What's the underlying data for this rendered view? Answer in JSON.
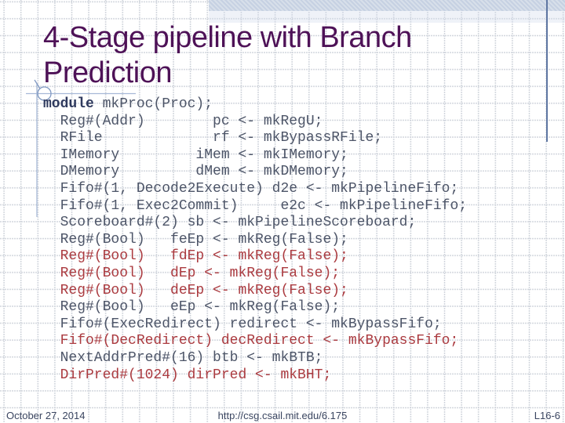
{
  "slide": {
    "title": {
      "line1": "4-Stage pipeline with Branch",
      "line2": "Prediction"
    },
    "code": {
      "lines": [
        {
          "keyword": "module",
          "text": " mkProc(Proc);",
          "red": false
        },
        {
          "text": "  Reg#(Addr)        pc <- mkRegU;",
          "red": false
        },
        {
          "text": "  RFile             rf <- mkBypassRFile;",
          "red": false
        },
        {
          "text": "  IMemory         iMem <- mkIMemory;",
          "red": false
        },
        {
          "text": "  DMemory         dMem <- mkDMemory;",
          "red": false
        },
        {
          "text": "  Fifo#(1, Decode2Execute) d2e <- mkPipelineFifo;",
          "red": false
        },
        {
          "text": "  Fifo#(1, Exec2Commit)     e2c <- mkPipelineFifo;",
          "red": false
        },
        {
          "text": "  Scoreboard#(2) sb <- mkPipelineScoreboard;",
          "red": false
        },
        {
          "text": "  Reg#(Bool)   feEp <- mkReg(False);",
          "red": false
        },
        {
          "text": "  Reg#(Bool)   fdEp <- mkReg(False);",
          "red": true
        },
        {
          "text": "  Reg#(Bool)   dEp <- mkReg(False);",
          "red": true
        },
        {
          "text": "  Reg#(Bool)   deEp <- mkReg(False);",
          "red": true
        },
        {
          "text": "  Reg#(Bool)   eEp <- mkReg(False);",
          "red": false
        },
        {
          "text": "  Fifo#(ExecRedirect) redirect <- mkBypassFifo;",
          "red": false
        },
        {
          "text": "  Fifo#(DecRedirect) decRedirect <- mkBypassFifo;",
          "red": true
        },
        {
          "text": "  NextAddrPred#(16) btb <- mkBTB;",
          "red": false
        },
        {
          "text": "  DirPred#(1024) dirPred <- mkBHT;",
          "red": true
        }
      ]
    },
    "footer": {
      "date": "October 27, 2014",
      "url": "http://csg.csail.mit.edu/6.175",
      "page": "L16-6"
    },
    "colors": {
      "title_purple": "#4e1257",
      "code_gray": "#4d5568",
      "keyword_navy": "#2f3a5e",
      "highlight_red": "#ab3b40",
      "footer_navy": "#3a4560",
      "top_bar_blue": "#ccd6e5",
      "right_line_blue": "#5e76a2",
      "decoration_blue": "#9db2d2",
      "grid_gray": "#ccd1d9"
    }
  }
}
